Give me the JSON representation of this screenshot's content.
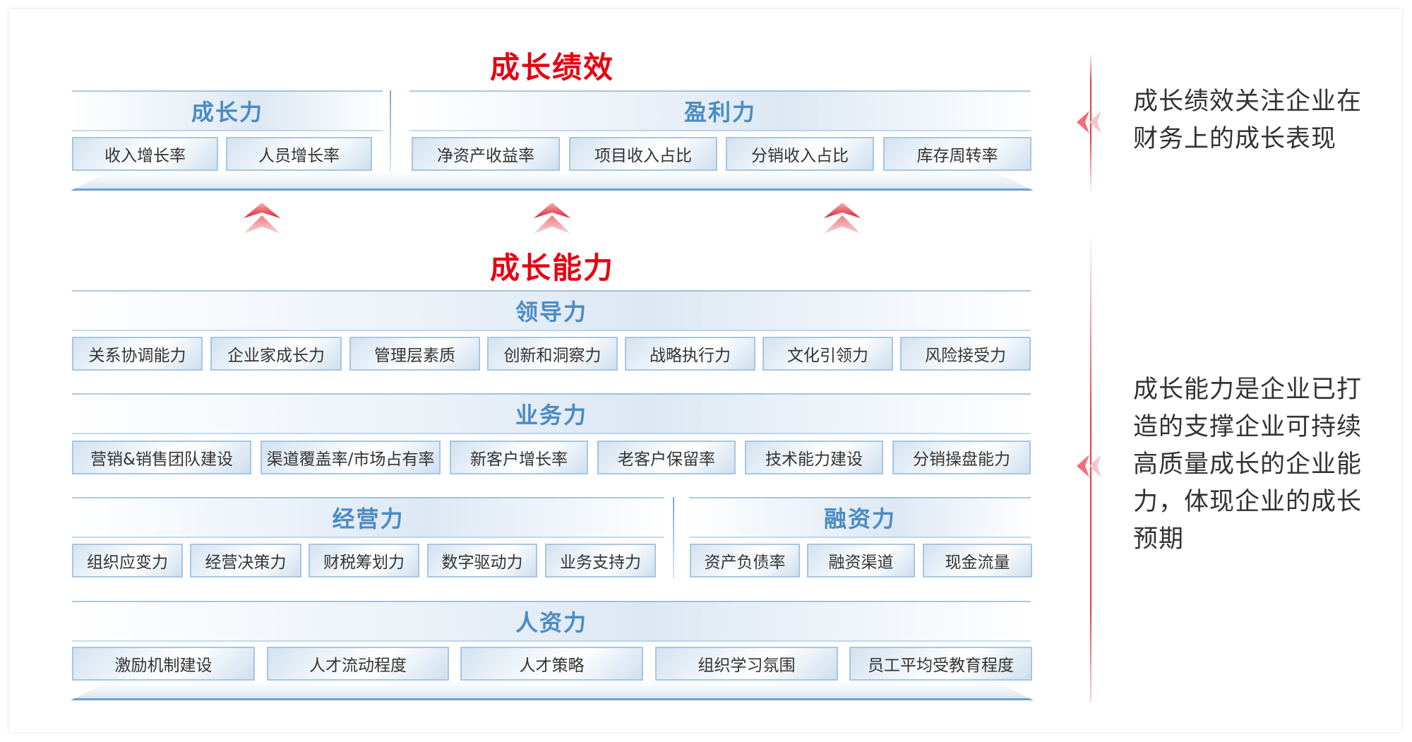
{
  "performance": {
    "title": "成长绩效",
    "groups": [
      {
        "label": "成长力",
        "items": [
          "收入增长率",
          "人员增长率"
        ]
      },
      {
        "label": "盈利力",
        "items": [
          "净资产收益率",
          "项目收入占比",
          "分销收入占比",
          "库存周转率"
        ]
      }
    ]
  },
  "capability": {
    "title": "成长能力",
    "groups": [
      {
        "label": "领导力",
        "items": [
          "关系协调能力",
          "企业家成长力",
          "管理层素质",
          "创新和洞察力",
          "战略执行力",
          "文化引领力",
          "风险接受力"
        ]
      },
      {
        "label": "业务力",
        "items": [
          "营销&销售团队建设",
          "渠道覆盖率/市场占有率",
          "新客户增长率",
          "老客户保留率",
          "技术能力建设",
          "分销操盘能力"
        ]
      },
      {
        "label": "经营力",
        "items": [
          "组织应变力",
          "经营决策力",
          "财税筹划力",
          "数字驱动力",
          "业务支持力"
        ]
      },
      {
        "label": "融资力",
        "items": [
          "资产负债率",
          "融资渠道",
          "现金流量"
        ]
      },
      {
        "label": "人资力",
        "items": [
          "激励机制建设",
          "人才流动程度",
          "人才策略",
          "组织学习氛围",
          "员工平均受教育程度"
        ]
      }
    ]
  },
  "notes": [
    "成长绩效关注企业在财务上的成长表现",
    "成长能力是企业已打造的支撑企业可持续高质量成长的企业能力，体现企业的成长预期"
  ],
  "colors": {
    "accent_red": "#e60012",
    "header_blue": "#4a8cc4",
    "border_blue": "#a9c6e0"
  }
}
